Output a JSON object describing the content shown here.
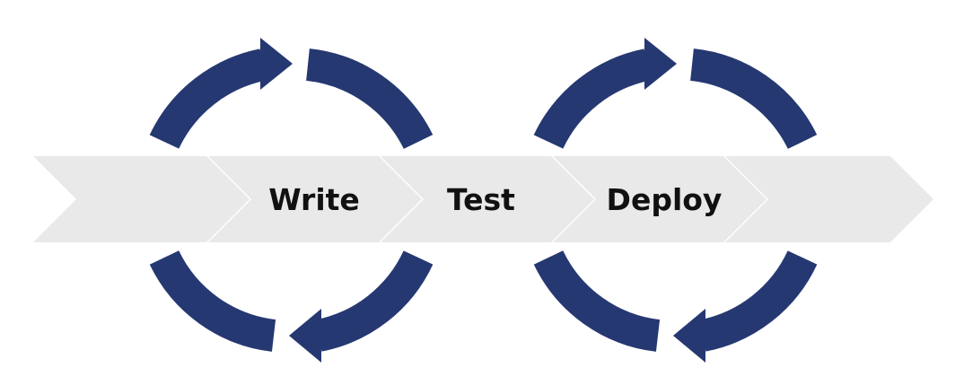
{
  "stages": [
    {
      "label": "Write"
    },
    {
      "label": "Test"
    },
    {
      "label": "Deploy"
    }
  ],
  "colors": {
    "chevron": "#e9e9e9",
    "arrow": "#263872",
    "text": "#111111",
    "background": "#ffffff"
  }
}
